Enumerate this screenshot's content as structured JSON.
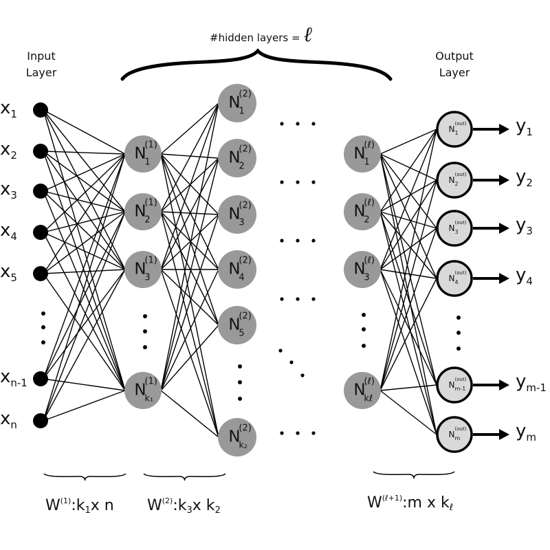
{
  "title": {
    "prefix": "#hidden layers = ",
    "symbol": "ℓ"
  },
  "input_layer_title": [
    "Input",
    "Layer"
  ],
  "output_layer_title": [
    "Output",
    "Layer"
  ],
  "inputs": [
    {
      "base": "x",
      "sub": "1"
    },
    {
      "base": "x",
      "sub": "2"
    },
    {
      "base": "x",
      "sub": "3"
    },
    {
      "base": "x",
      "sub": "4"
    },
    {
      "base": "x",
      "sub": "5"
    },
    {
      "base": "x",
      "sub": "n-1"
    },
    {
      "base": "x",
      "sub": "n"
    }
  ],
  "hidden1": [
    {
      "base": "N",
      "sup": "(1)",
      "sub": "1"
    },
    {
      "base": "N",
      "sup": "(1)",
      "sub": "2"
    },
    {
      "base": "N",
      "sup": "(1)",
      "sub": "3"
    },
    {
      "base": "N",
      "sup": "(1)",
      "sub": "k₁"
    }
  ],
  "hidden2": [
    {
      "base": "N",
      "sup": "(2)",
      "sub": "1"
    },
    {
      "base": "N",
      "sup": "(2)",
      "sub": "2"
    },
    {
      "base": "N",
      "sup": "(2)",
      "sub": "3"
    },
    {
      "base": "N",
      "sup": "(2)",
      "sub": "4"
    },
    {
      "base": "N",
      "sup": "(2)",
      "sub": "5"
    },
    {
      "base": "N",
      "sup": "(2)",
      "sub": "k₂"
    }
  ],
  "hiddenL": [
    {
      "base": "N",
      "sup": "(ℓ)",
      "sub": "1"
    },
    {
      "base": "N",
      "sup": "(ℓ)",
      "sub": "2"
    },
    {
      "base": "N",
      "sup": "(ℓ)",
      "sub": "3"
    },
    {
      "base": "N",
      "sup": "(ℓ)",
      "sub": "kℓ"
    }
  ],
  "outputs": [
    {
      "base": "N",
      "sup": "(out)",
      "sub": "1"
    },
    {
      "base": "N",
      "sup": "(out)",
      "sub": "2"
    },
    {
      "base": "N",
      "sup": "(out)",
      "sub": "3"
    },
    {
      "base": "N",
      "sup": "(out)",
      "sub": "4"
    },
    {
      "base": "N",
      "sup": "(out)",
      "sub": "m-1"
    },
    {
      "base": "N",
      "sup": "(out)",
      "sub": "m"
    }
  ],
  "output_values": [
    {
      "base": "y",
      "sub": "1"
    },
    {
      "base": "y",
      "sub": "2"
    },
    {
      "base": "y",
      "sub": "3"
    },
    {
      "base": "y",
      "sub": "4"
    },
    {
      "base": "y",
      "sub": "m-1"
    },
    {
      "base": "y",
      "sub": "m"
    }
  ],
  "weights": [
    {
      "base": "W",
      "sup": "(1)",
      "mid": ":k",
      "midsub": "1",
      "end": "x n",
      "endsub": ""
    },
    {
      "base": "W",
      "sup": "(2)",
      "mid": ":k",
      "midsub": "3",
      "end": "x k",
      "endsub": "2"
    },
    {
      "base": "W",
      "sup": "(ℓ+1)",
      "mid": ":m x k",
      "midsub": "ℓ",
      "end": "",
      "endsub": ""
    }
  ],
  "colors": {
    "hidden_fill": "#999999",
    "output_fill": "#d9d9d9",
    "ink": "#000000"
  }
}
